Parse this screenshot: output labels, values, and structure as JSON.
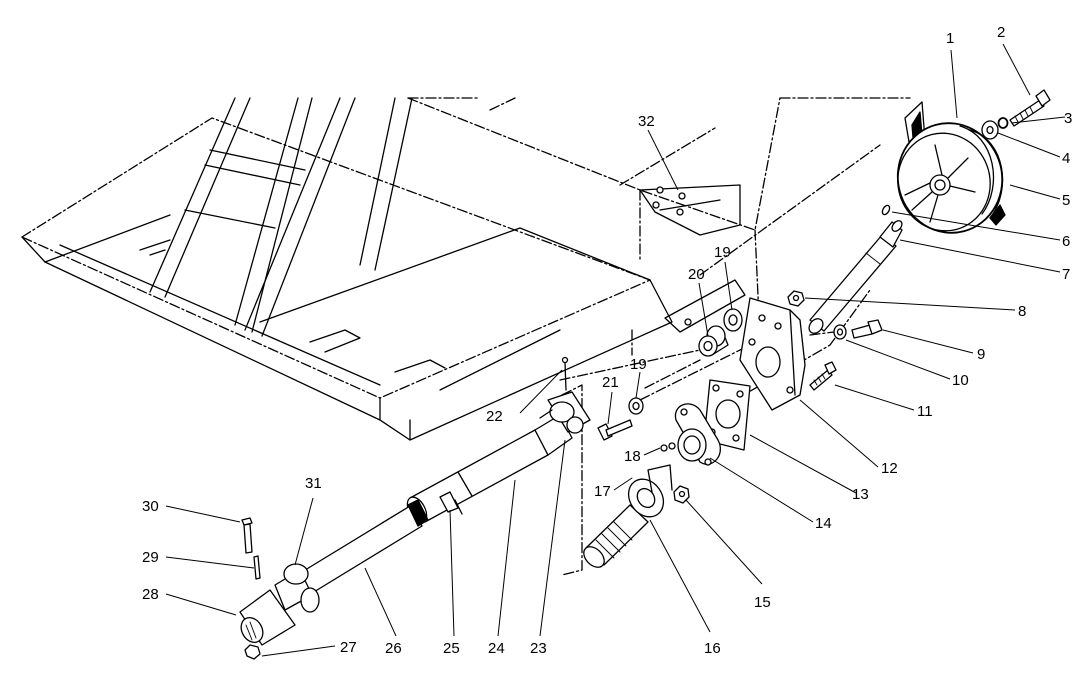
{
  "callouts": [
    {
      "n": "1"
    },
    {
      "n": "2"
    },
    {
      "n": "3"
    },
    {
      "n": "4"
    },
    {
      "n": "5"
    },
    {
      "n": "6"
    },
    {
      "n": "7"
    },
    {
      "n": "8"
    },
    {
      "n": "9"
    },
    {
      "n": "10"
    },
    {
      "n": "11"
    },
    {
      "n": "12"
    },
    {
      "n": "13"
    },
    {
      "n": "14"
    },
    {
      "n": "15"
    },
    {
      "n": "16"
    },
    {
      "n": "17"
    },
    {
      "n": "18"
    },
    {
      "n": "19"
    },
    {
      "n": "20"
    },
    {
      "n": "21"
    },
    {
      "n": "22"
    },
    {
      "n": "23"
    },
    {
      "n": "24"
    },
    {
      "n": "25"
    },
    {
      "n": "26"
    },
    {
      "n": "27"
    },
    {
      "n": "28"
    },
    {
      "n": "29"
    },
    {
      "n": "30"
    },
    {
      "n": "31"
    },
    {
      "n": "32"
    },
    {
      "n": "19"
    }
  ]
}
